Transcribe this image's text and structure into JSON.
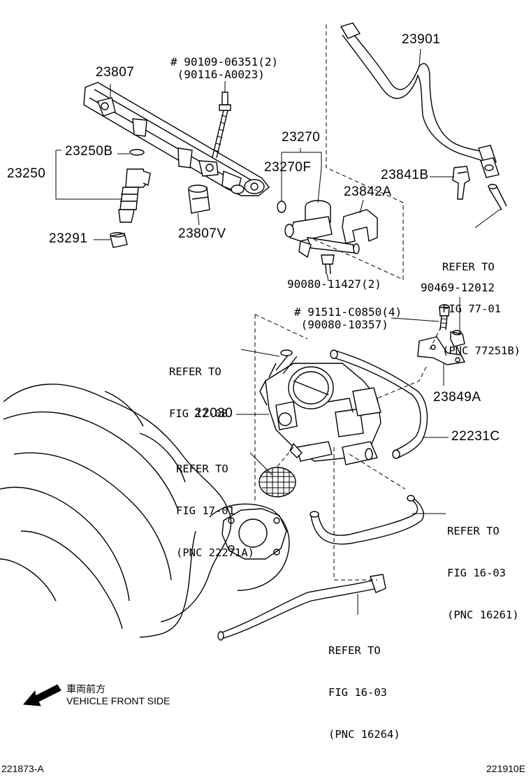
{
  "parts": {
    "p23807": "23807",
    "p90109": "# 90109-06351(2)",
    "p90116": " (90116-A0023)",
    "p23901": "23901",
    "p23250b": "23250B",
    "p23250": "23250",
    "p23270": "23270",
    "p23270f": "23270F",
    "p23842a": "23842A",
    "p23841b": "23841B",
    "p23291": "23291",
    "p23807v": "23807V",
    "p90080_11427": "90080-11427(2)",
    "p90469": "90469-12012",
    "p91511": "# 91511-C0850(4)",
    "p90080_10357": " (90080-10357)",
    "p22030": "22030",
    "p23849a": "23849A",
    "p22231c": "22231C"
  },
  "refs": {
    "fig7701": {
      "l1": "REFER TO",
      "l2": "FIG 77-01",
      "l3": "(PNC 77251B)"
    },
    "fig1708": {
      "l1": "REFER TO",
      "l2": "FIG 17-08"
    },
    "fig1701": {
      "l1": "REFER TO",
      "l2": "FIG 17-01",
      "l3": "(PNC 22271A)"
    },
    "fig1603a": {
      "l1": "REFER TO",
      "l2": "FIG 16-03",
      "l3": "(PNC 16261)"
    },
    "fig1603b": {
      "l1": "REFER TO",
      "l2": "FIG 16-03",
      "l3": "(PNC 16264)"
    }
  },
  "orientation": {
    "jp": "車両前方",
    "en": "VEHICLE FRONT SIDE"
  },
  "footer": {
    "left": "221873-A",
    "right": "221910E"
  }
}
